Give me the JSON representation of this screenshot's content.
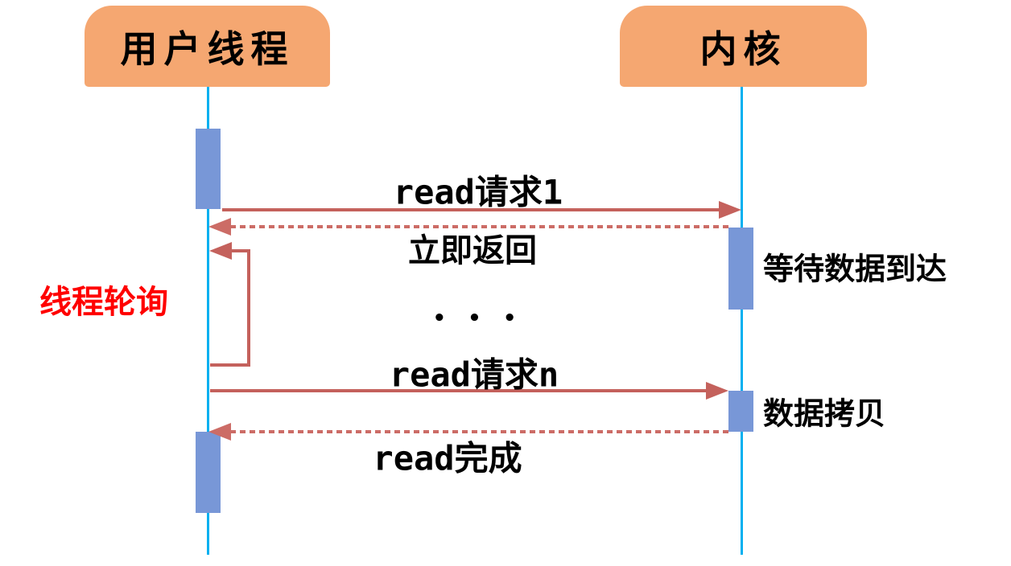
{
  "diagram": {
    "type": "sequence-diagram",
    "lanes": [
      {
        "id": "user-thread",
        "label": "用户线程"
      },
      {
        "id": "kernel",
        "label": "内核"
      }
    ],
    "messages": {
      "read_request_1": "read请求1",
      "immediate_return": "立即返回",
      "ellipsis": "• • •",
      "read_request_n": "read请求n",
      "read_complete": "read完成"
    },
    "annotations": {
      "thread_polling": "线程轮询",
      "wait_data_arrival": "等待数据到达",
      "data_copy": "数据拷贝"
    },
    "colors": {
      "header_fill": "#F5A771",
      "lifeline": "#00B0F0",
      "activation": "#7897D7",
      "arrow": "#C4615C",
      "arrow_dashed": "#CC6C66",
      "polling_text": "#FF0000",
      "text": "#000000"
    }
  }
}
